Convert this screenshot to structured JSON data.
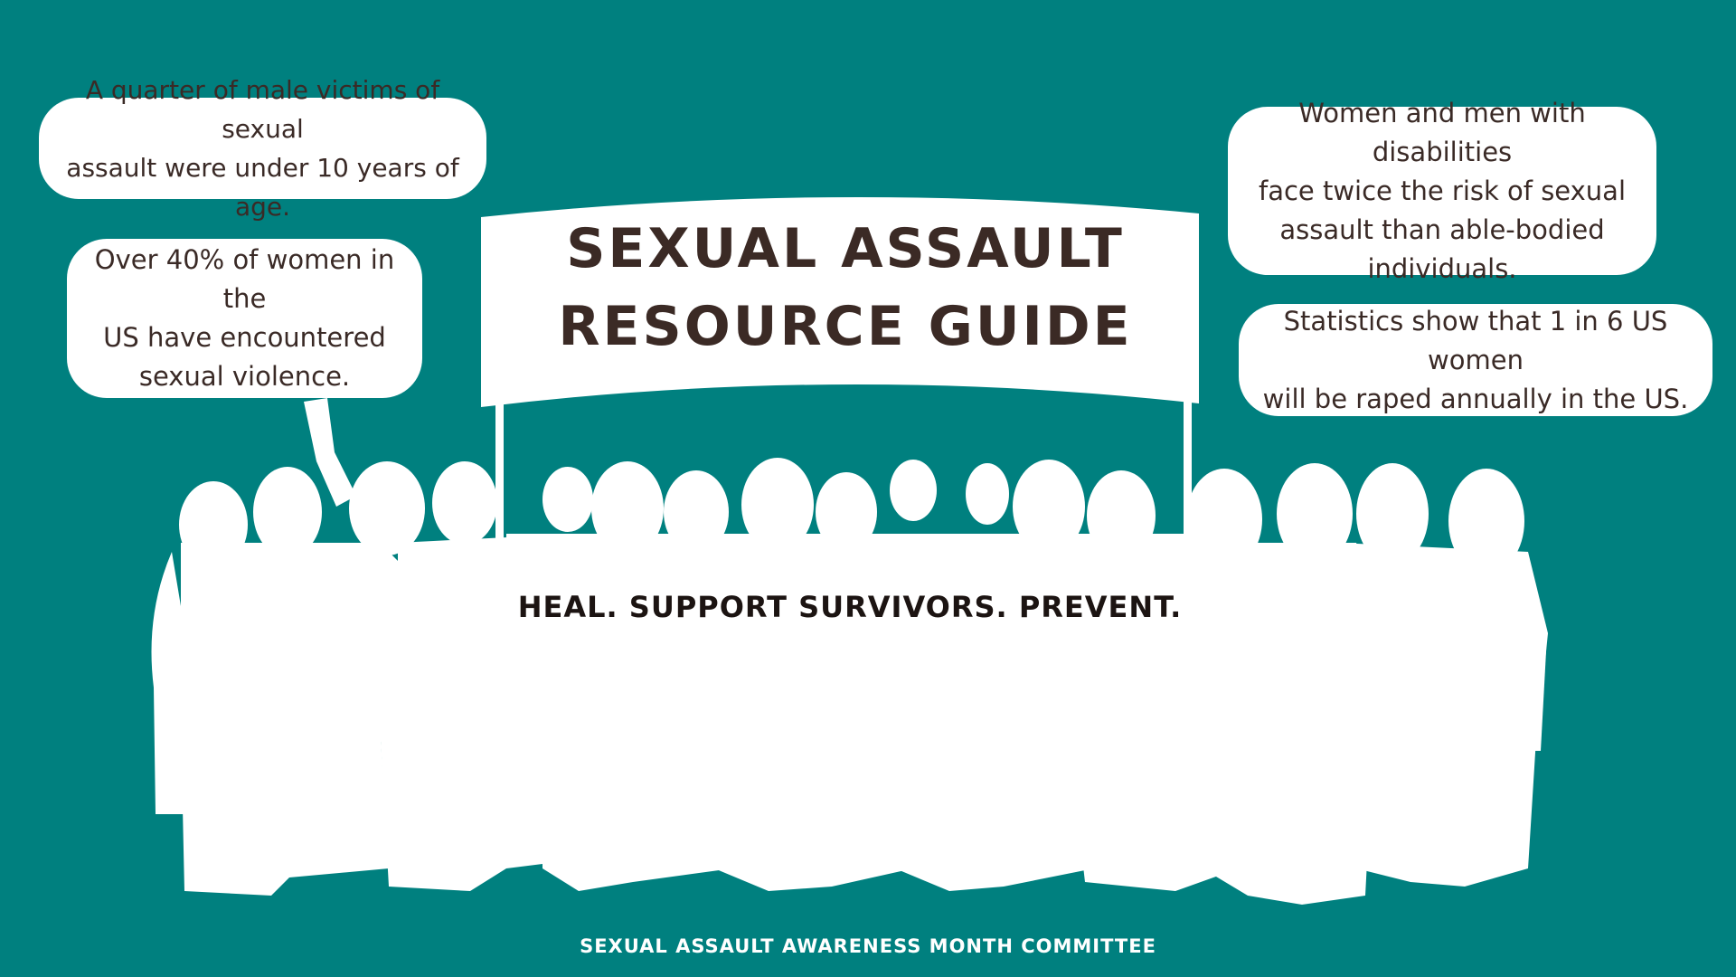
{
  "banner": {
    "title_line1": "SEXUAL ASSAULT",
    "title_line2": "RESOURCE GUIDE"
  },
  "tagline": "HEAL. SUPPORT SURVIVORS. PREVENT.",
  "footer": "SEXUAL ASSAULT AWARENESS MONTH COMMITTEE",
  "bubbles": [
    {
      "lines": [
        "A quarter of male victims of sexual",
        "assault were under 10 years of age."
      ]
    },
    {
      "lines": [
        "Over 40% of women in the",
        "US have encountered",
        "sexual violence."
      ]
    },
    {
      "lines": [
        "Women and men with disabilities",
        "face twice the risk of sexual",
        "assault than able-bodied",
        "individuals."
      ]
    },
    {
      "lines": [
        "Statistics show that 1 in 6 US women",
        "will be raped annually in the US."
      ]
    }
  ],
  "colors": {
    "background": "#00807f",
    "silhouette": "#ffffff",
    "title_text": "#3b2a25"
  }
}
